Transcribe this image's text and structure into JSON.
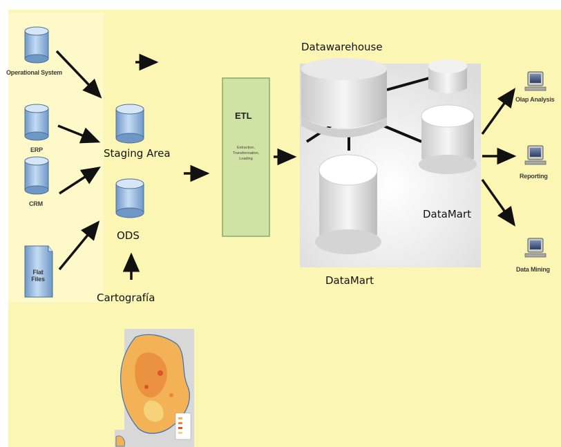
{
  "title": "Datawarehouse",
  "colors": {
    "background": "#fcf6b4",
    "etl_fill": "#cfe3a4",
    "db_fill": "#9bbfe4",
    "arrow": "#111111"
  },
  "sources": [
    {
      "label": "Operational System",
      "icon": "database-icon"
    },
    {
      "label": "ERP",
      "icon": "database-icon"
    },
    {
      "label": "CRM",
      "icon": "database-icon"
    },
    {
      "label": "Flat Files",
      "icon": "document-icon"
    }
  ],
  "staging": {
    "label": "Staging Area",
    "icon": "database-icon"
  },
  "ods": {
    "label": "ODS",
    "icon": "database-icon"
  },
  "cartography": {
    "label": "Cartografía",
    "icon": "map-icon"
  },
  "etl": {
    "title": "ETL",
    "subtitle_lines": [
      "Extraction,",
      "Transformation,",
      "Loading"
    ]
  },
  "warehouse": {
    "datamarts": [
      {
        "label": "DataMart"
      },
      {
        "label": "DataMart"
      }
    ]
  },
  "outputs": [
    {
      "label": "Olap Analysis",
      "icon": "computer-icon"
    },
    {
      "label": "Reporting",
      "icon": "computer-icon"
    },
    {
      "label": "Data Mining",
      "icon": "computer-icon"
    }
  ]
}
